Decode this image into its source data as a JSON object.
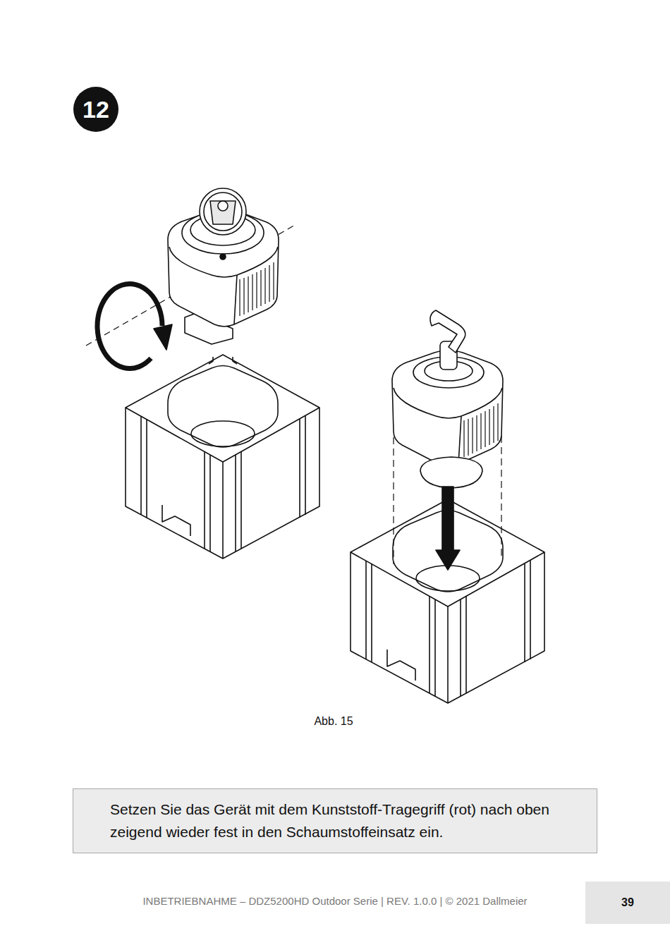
{
  "diagram": {
    "caption": "Abb. 15",
    "nodes": [
      {
        "text": [
          "12"
        ]
      },
      {
        "text": [
          "Setzen Sie das Gerät mit dem Kunststoff-Tragegriff (rot) nach oben zeigend wieder fest in den Schaumstoffeinsatz ein."
        ]
      },
      {
        "text": [
          "39"
        ]
      }
    ],
    "labels": [
      "INBETRIEBNAHME – DDZ5200HD Outdoor Serie | REV. 1.0.0 | © 2021 Dallmeier"
    ]
  }
}
